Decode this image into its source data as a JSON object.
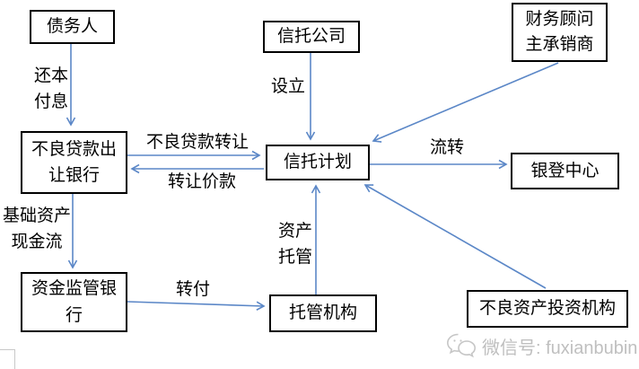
{
  "diagram": {
    "title_hint": "不良贷款信托计划流程图",
    "colors": {
      "arrow": "#5b87c7",
      "box_border": "#000000",
      "watermark_gray": "#bfbfbf"
    },
    "nodes": {
      "debtor": {
        "label": "债务人"
      },
      "trust_company": {
        "label": "信托公司"
      },
      "financial_advisor": {
        "label": "财务顾问\n主承销商"
      },
      "npl_transfer_bank": {
        "label": "不良贷款出\n让银行"
      },
      "trust_plan": {
        "label": "信托计划"
      },
      "bank_registration_center": {
        "label": "银登中心"
      },
      "fund_supervision_bank": {
        "label": "资金监管银\n行"
      },
      "custodian": {
        "label": "托管机构"
      },
      "npl_investor": {
        "label": "不良资产投资机构"
      }
    },
    "edges": {
      "repay_principal_interest": {
        "label": "还本\n付息",
        "from": "债务人",
        "to": "不良贷款出让银行"
      },
      "establish": {
        "label": "设立",
        "from": "信托公司",
        "to": "信托计划"
      },
      "npl_transfer": {
        "label": "不良贷款转让",
        "from": "不良贷款出让银行",
        "to": "信托计划"
      },
      "transfer_price": {
        "label": "转让价款",
        "from": "信托计划",
        "to": "不良贷款出让银行"
      },
      "circulation": {
        "label": "流转",
        "from": "信托计划",
        "to": "银登中心"
      },
      "underlying_asset_cashflow": {
        "label": "基础资产\n现金流",
        "from": "不良贷款出让银行",
        "to": "资金监管银行"
      },
      "forward_payment": {
        "label": "转付",
        "from": "资金监管银行",
        "to": "托管机构"
      },
      "asset_custody": {
        "label": "资产\n托管",
        "from": "托管机构",
        "to": "信托计划"
      },
      "advisor_to_plan": {
        "label": "",
        "from": "财务顾问主承销商",
        "to": "信托计划"
      },
      "investor_to_plan": {
        "label": "",
        "from": "不良资产投资机构",
        "to": "信托计划"
      }
    }
  },
  "watermark": {
    "icon": "wechat-icon",
    "text": "微信号: fuxianbubin"
  }
}
